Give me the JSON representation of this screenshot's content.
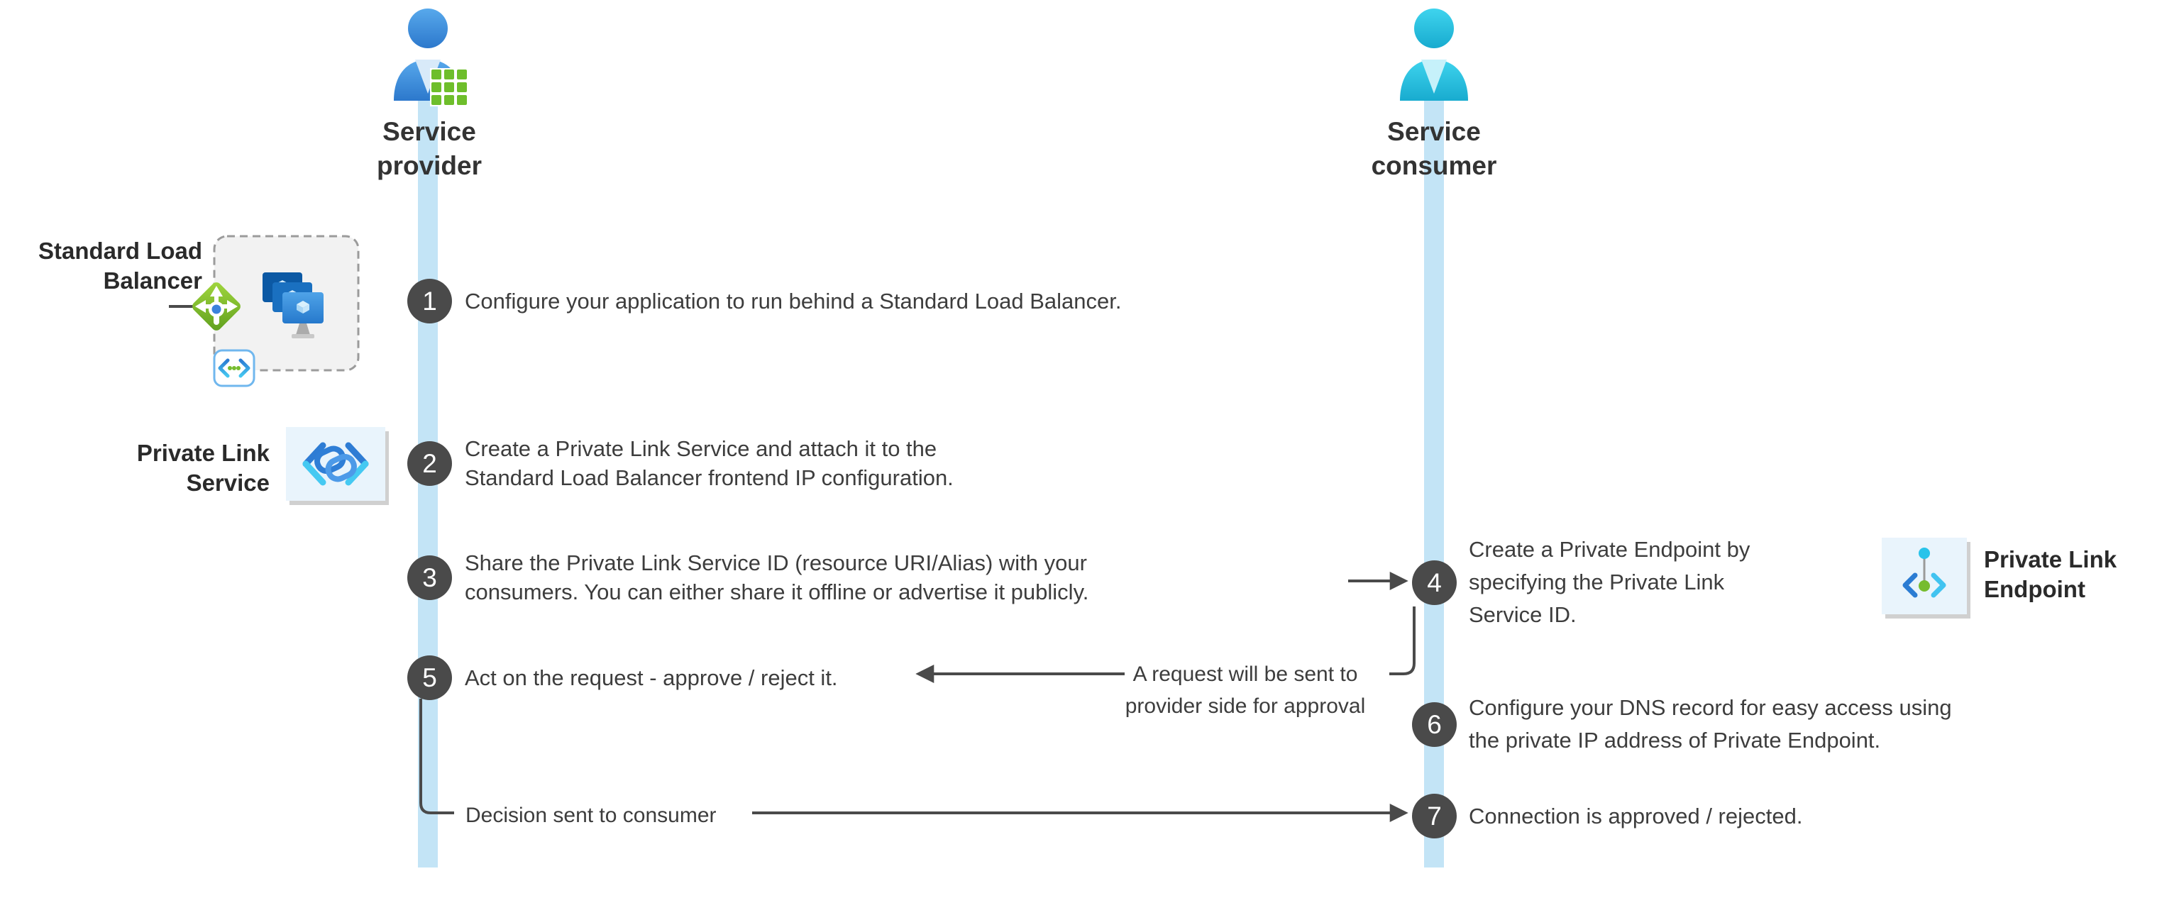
{
  "actors": {
    "provider": {
      "name_line1": "Service",
      "name_line2": "provider"
    },
    "consumer": {
      "name_line1": "Service",
      "name_line2": "consumer"
    }
  },
  "labels": {
    "standard_load_balancer": {
      "line1": "Standard Load",
      "line2": "Balancer"
    },
    "private_link_service": {
      "line1": "Private Link",
      "line2": "Service"
    },
    "private_link_endpoint": {
      "line1": "Private Link",
      "line2": "Endpoint"
    }
  },
  "steps": [
    {
      "num": "1",
      "lines": [
        "Configure your application to run behind a Standard Load Balancer."
      ]
    },
    {
      "num": "2",
      "lines": [
        "Create a Private Link Service and attach it to the",
        "Standard Load Balancer frontend IP configuration."
      ]
    },
    {
      "num": "3",
      "lines": [
        "Share the Private Link Service ID (resource URI/Alias) with your",
        "consumers. You can either share it offline or advertise it publicly."
      ]
    },
    {
      "num": "4",
      "lines": [
        "Create a Private Endpoint by",
        "specifying the Private Link",
        "Service ID."
      ]
    },
    {
      "num": "5",
      "lines": [
        "Act on the request - approve / reject it."
      ]
    },
    {
      "num": "6",
      "lines": [
        "Configure your DNS record for easy access using",
        "the private IP address of Private Endpoint."
      ]
    },
    {
      "num": "7",
      "lines": [
        "Connection is approved / rejected."
      ]
    }
  ],
  "notes": {
    "request_line1": "A request will be sent to",
    "request_line2": "provider side for approval",
    "decision": "Decision sent to consumer"
  },
  "colors": {
    "lifeline": "#C3E4F6",
    "step_badge": "#4A4A4A",
    "arrow": "#4A4A4A",
    "provider_person": "#2F7CD0",
    "consumer_person": "#1FBCDD",
    "icon_card_bg": "#E9F4FC",
    "grid_green": "#6EBE2B"
  }
}
